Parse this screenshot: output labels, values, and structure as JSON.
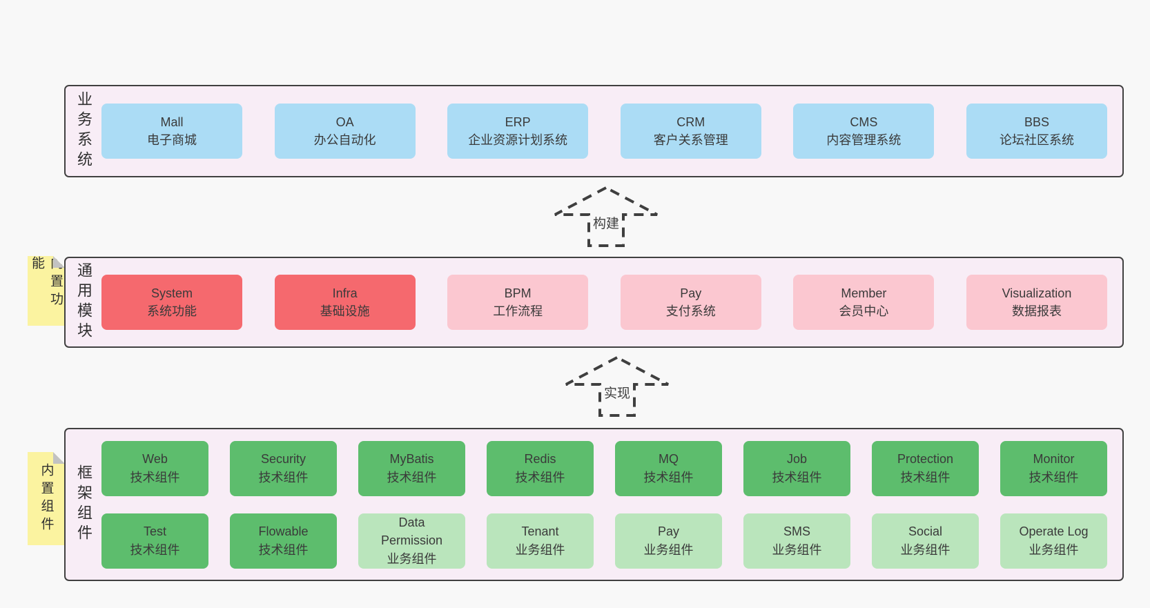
{
  "colors": {
    "page_bg": "#f8f8f8",
    "band_bg": "#f8edf6",
    "band_border": "#404040",
    "blue": "#abdcf5",
    "red": "#f5696e",
    "pink": "#fbc7d0",
    "green": "#5dbd6d",
    "light_green": "#bae5bc",
    "note_yellow": "#fbf3a0",
    "note_fold_gray": "#c2c2c2",
    "text": "#3d3d3d"
  },
  "arrows": [
    {
      "label": "构建"
    },
    {
      "label": "实现"
    }
  ],
  "bands": [
    {
      "label": "业务系统",
      "rows": [
        [
          {
            "name": "Mall",
            "subtitle": "电子商城"
          },
          {
            "name": "OA",
            "subtitle": "办公自动化"
          },
          {
            "name": "ERP",
            "subtitle": "企业资源计划系统"
          },
          {
            "name": "CRM",
            "subtitle": "客户关系管理"
          },
          {
            "name": "CMS",
            "subtitle": "内容管理系统"
          },
          {
            "name": "BBS",
            "subtitle": "论坛社区系统"
          }
        ]
      ]
    },
    {
      "label": "通用模块",
      "note": "内置功能",
      "rows": [
        [
          {
            "name": "System",
            "subtitle": "系统功能"
          },
          {
            "name": "Infra",
            "subtitle": "基础设施"
          },
          {
            "name": "BPM",
            "subtitle": "工作流程"
          },
          {
            "name": "Pay",
            "subtitle": "支付系统"
          },
          {
            "name": "Member",
            "subtitle": "会员中心"
          },
          {
            "name": "Visualization",
            "subtitle": "数据报表"
          }
        ]
      ]
    },
    {
      "label": "框架组件",
      "note": "内置组件",
      "rows": [
        [
          {
            "name": "Web",
            "subtitle": "技术组件"
          },
          {
            "name": "Security",
            "subtitle": "技术组件"
          },
          {
            "name": "MyBatis",
            "subtitle": "技术组件"
          },
          {
            "name": "Redis",
            "subtitle": "技术组件"
          },
          {
            "name": "MQ",
            "subtitle": "技术组件"
          },
          {
            "name": "Job",
            "subtitle": "技术组件"
          },
          {
            "name": "Protection",
            "subtitle": "技术组件"
          },
          {
            "name": "Monitor",
            "subtitle": "技术组件"
          }
        ],
        [
          {
            "name": "Test",
            "subtitle": "技术组件"
          },
          {
            "name": "Flowable",
            "subtitle": "技术组件"
          },
          {
            "name": "Data Permission",
            "subtitle": "业务组件"
          },
          {
            "name": "Tenant",
            "subtitle": "业务组件"
          },
          {
            "name": "Pay",
            "subtitle": "业务组件"
          },
          {
            "name": "SMS",
            "subtitle": "业务组件"
          },
          {
            "name": "Social",
            "subtitle": "业务组件"
          },
          {
            "name": "Operate Log",
            "subtitle": "业务组件"
          }
        ]
      ]
    }
  ]
}
